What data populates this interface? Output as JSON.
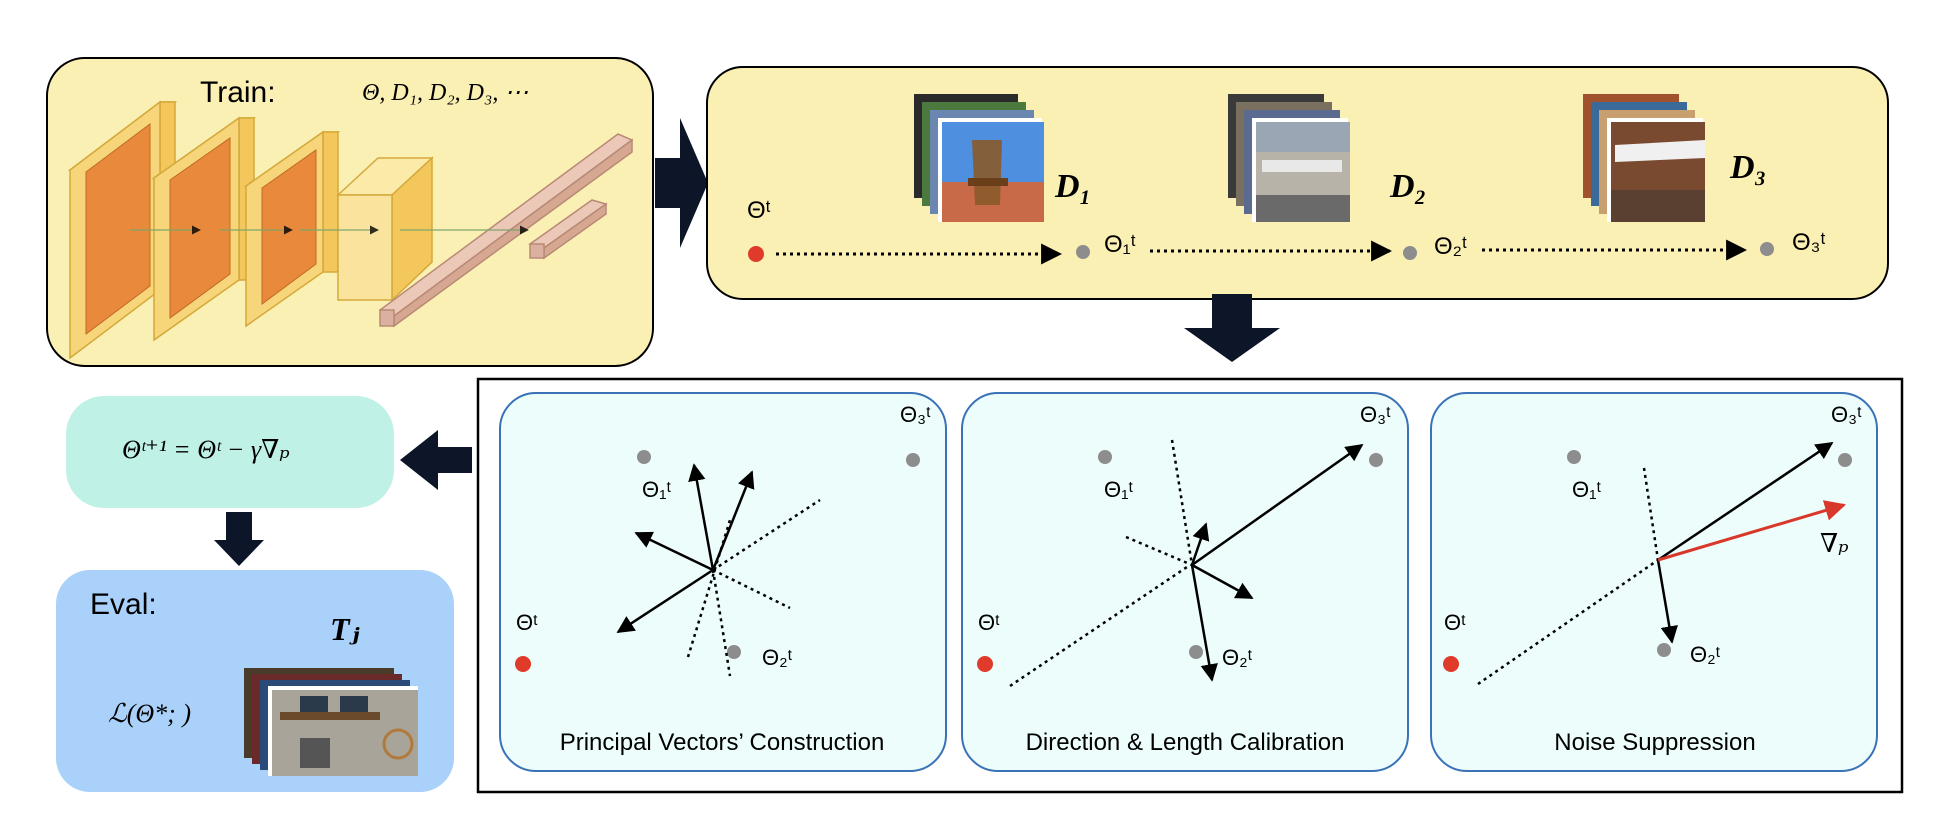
{
  "train": {
    "title": "Train:",
    "params": "Θ, D₁, D₂, D₃, ⋯"
  },
  "datasets": {
    "theta_t": "Θᵗ",
    "d1_label": "D₁",
    "d2_label": "D₂",
    "d3_label": "D₃",
    "theta1": "Θ₁ᵗ",
    "theta2": "Θ₂ᵗ",
    "theta3": "Θ₃ᵗ"
  },
  "update": {
    "formula": "Θᵗ⁺¹ = Θᵗ − γ∇ₚ"
  },
  "eval": {
    "title": "Eval:",
    "task": "Tⱼ",
    "loss": "ℒ(Θ*; )"
  },
  "panels": [
    {
      "caption": "Principal Vectors’ Construction",
      "theta_t": "Θᵗ",
      "theta1": "Θ₁ᵗ",
      "theta2": "Θ₂ᵗ",
      "theta3": "Θ₃ᵗ"
    },
    {
      "caption": "Direction & Length Calibration",
      "theta_t": "Θᵗ",
      "theta1": "Θ₁ᵗ",
      "theta2": "Θ₂ᵗ",
      "theta3": "Θ₃ᵗ"
    },
    {
      "caption": "Noise Suppression",
      "theta_t": "Θᵗ",
      "theta1": "Θ₁ᵗ",
      "theta2": "Θ₂ᵗ",
      "theta3": "Θ₃ᵗ",
      "grad": "∇ₚ"
    }
  ],
  "colors": {
    "yellow_box": "#fbf0b4",
    "mint_box": "#bff1e6",
    "blue_box": "#a9d1fa",
    "panel_fill": "#ecfdfb",
    "panel_stroke": "#3a72b8",
    "orange": "#e8893c",
    "layer_yellow": "#f7d57a",
    "bar_pink": "#dcb0a0",
    "red_dot": "#e03a2a",
    "gray_dot": "#8d8d8d",
    "grad_red": "#d9372a",
    "arrow_navy": "#0c1628"
  }
}
